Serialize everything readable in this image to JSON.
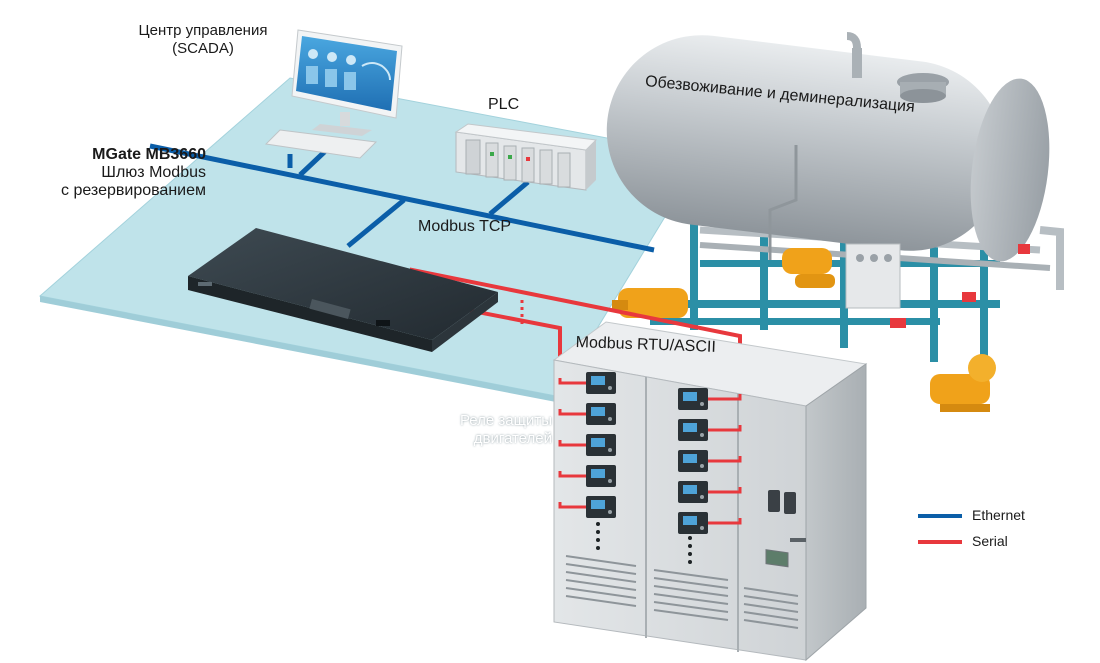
{
  "labels": {
    "scada_line1": "Центр управления",
    "scada_line2": "(SCADA)",
    "plc": "PLC",
    "gateway_model": "MGate MB3660",
    "gateway_line2": "Шлюз Modbus",
    "gateway_line3": "с резервированием",
    "modbus_tcp": "Modbus TCP",
    "tank": "Обезвоживание и деминерализация",
    "modbus_rtu": "Modbus RTU/ASCII",
    "relay_line1": "Реле защиты",
    "relay_line2": "двигателей"
  },
  "legend": {
    "ethernet": "Ethernet",
    "serial": "Serial"
  },
  "colors": {
    "ethernet": "#0b5ea8",
    "serial": "#e8383d",
    "platform": "#bfe3ea",
    "cabinet": "#d9dcdf",
    "pipe_frame": "#2b8fa6",
    "pump": "#f0a21a"
  },
  "icons": {
    "scada": "monitor-icon",
    "plc": "plc-rack-icon",
    "gateway": "gateway-device-icon",
    "tank": "tank-icon",
    "cabinet": "switchgear-cabinet-icon",
    "relay": "relay-icon"
  }
}
